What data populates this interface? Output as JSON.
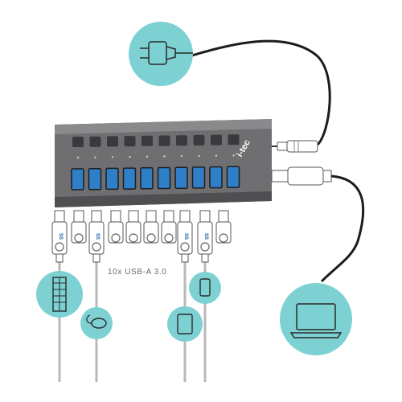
{
  "brand": "i-tec",
  "caption": "10x USB-A 3.0",
  "usb_symbol_text": "SS",
  "colors": {
    "hub_body": "#6f6f71",
    "hub_dark": "#4a4a4c",
    "port_blue": "#2f7fc8",
    "teal_circle": "#7dd1d2",
    "cable_black": "#1c1c1c",
    "cable_light": "#b9b9b9"
  },
  "icons": [
    "power-adapter-icon",
    "keyboard-icon",
    "mouse-icon",
    "tablet-icon",
    "smartphone-icon",
    "laptop-icon",
    "audio-jack-icon",
    "usb-plug-icon"
  ]
}
